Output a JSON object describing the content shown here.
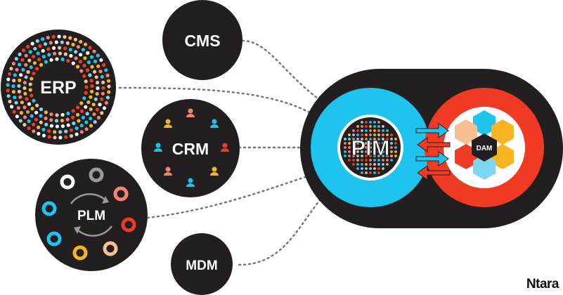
{
  "nodes": {
    "erp": "ERP",
    "cms": "CMS",
    "crm": "CRM",
    "plm": "PLM",
    "mdm": "MDM",
    "pim": "PIM",
    "dam": "DAM"
  },
  "brand": "Ntara",
  "colors": {
    "dark": "#231f20",
    "cyan": "#1ec3ee",
    "red": "#ef3b24",
    "yellow": "#f7b521",
    "salmon": "#f2836f",
    "peach": "#f6c093",
    "light_blue": "#7fd6f2",
    "gray": "#9a9a9a",
    "white": "#ffffff"
  }
}
